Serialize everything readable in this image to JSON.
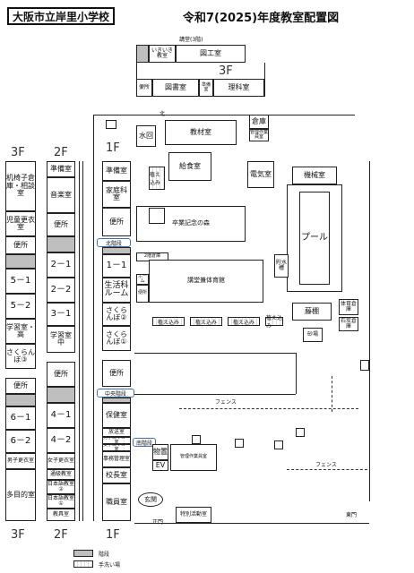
{
  "header": {
    "school_name": "大阪市立岸里小学校",
    "title": "令和7(2025)年度教室配置図"
  },
  "floors": {
    "f1": "1F",
    "f2": "2F",
    "f3": "3F"
  },
  "top_block": {
    "caption": "講堂(3階)",
    "rooms": [
      "いきいき教室",
      "図工室",
      "便所",
      "図書室",
      "準備室",
      "理科室"
    ]
  },
  "col_3f": [
    "机椅子倉庫・相談室",
    "児童更衣室",
    "便所",
    "5－1",
    "5－2",
    "学習室・高",
    "さくらんぼ③",
    "便所",
    "6－1",
    "6－2",
    "男子更衣室",
    "多目的室"
  ],
  "col_2f": [
    "準備室",
    "音楽室",
    "便所",
    "2－1",
    "2－2",
    "3－1",
    "学習室中",
    "便所",
    "4－1",
    "4－2",
    "女子更衣室",
    "通級教室",
    "日本語教室②",
    "日本語教室①",
    "教具室"
  ],
  "col_1f": [
    "準備室",
    "家庭科室",
    "便所",
    "1－1",
    "生活科ルーム",
    "さくらんぼ②",
    "さくらんぼ①",
    "便所",
    "保健室",
    "放送室",
    "男子ロッカー室",
    "女子ロッカー室",
    "事務管理室",
    "校長室",
    "職員室"
  ],
  "stairs": {
    "north": "北階段",
    "center": "中央階段",
    "south": "南階段"
  },
  "main": {
    "gate_top": "北",
    "rooms": {
      "water": "水回",
      "equipment": "教材室",
      "storage": "倉庫",
      "admin_storage": "管理作業員室",
      "kyushoku": "給食室",
      "electric": "電気室",
      "machine": "機械室",
      "pool": "プール",
      "forest": "卒業記念の森",
      "second_storage": "2階倉庫",
      "hall": "講堂兼体育館",
      "water_tank": "貯水槽",
      "home": "ホーム",
      "toilet": "便所",
      "sandbox": "砂場",
      "tantou": "藤棚",
      "gym_storage": "体育倉庫",
      "stone_storage": "石炭倉庫",
      "object": "物置",
      "ev": "EV",
      "manager": "管理作業員室",
      "entrance": "玄関",
      "main_gate": "正門",
      "special": "特別活動室"
    },
    "plantings": [
      "植え込み",
      "植え込み",
      "植え込み",
      "植え込み",
      "植え込み"
    ],
    "fence_1": "フェンス",
    "fence_2": "フェンス",
    "east_gate": "東門"
  },
  "legend": {
    "stair": "階段",
    "wash": "手洗い場"
  }
}
